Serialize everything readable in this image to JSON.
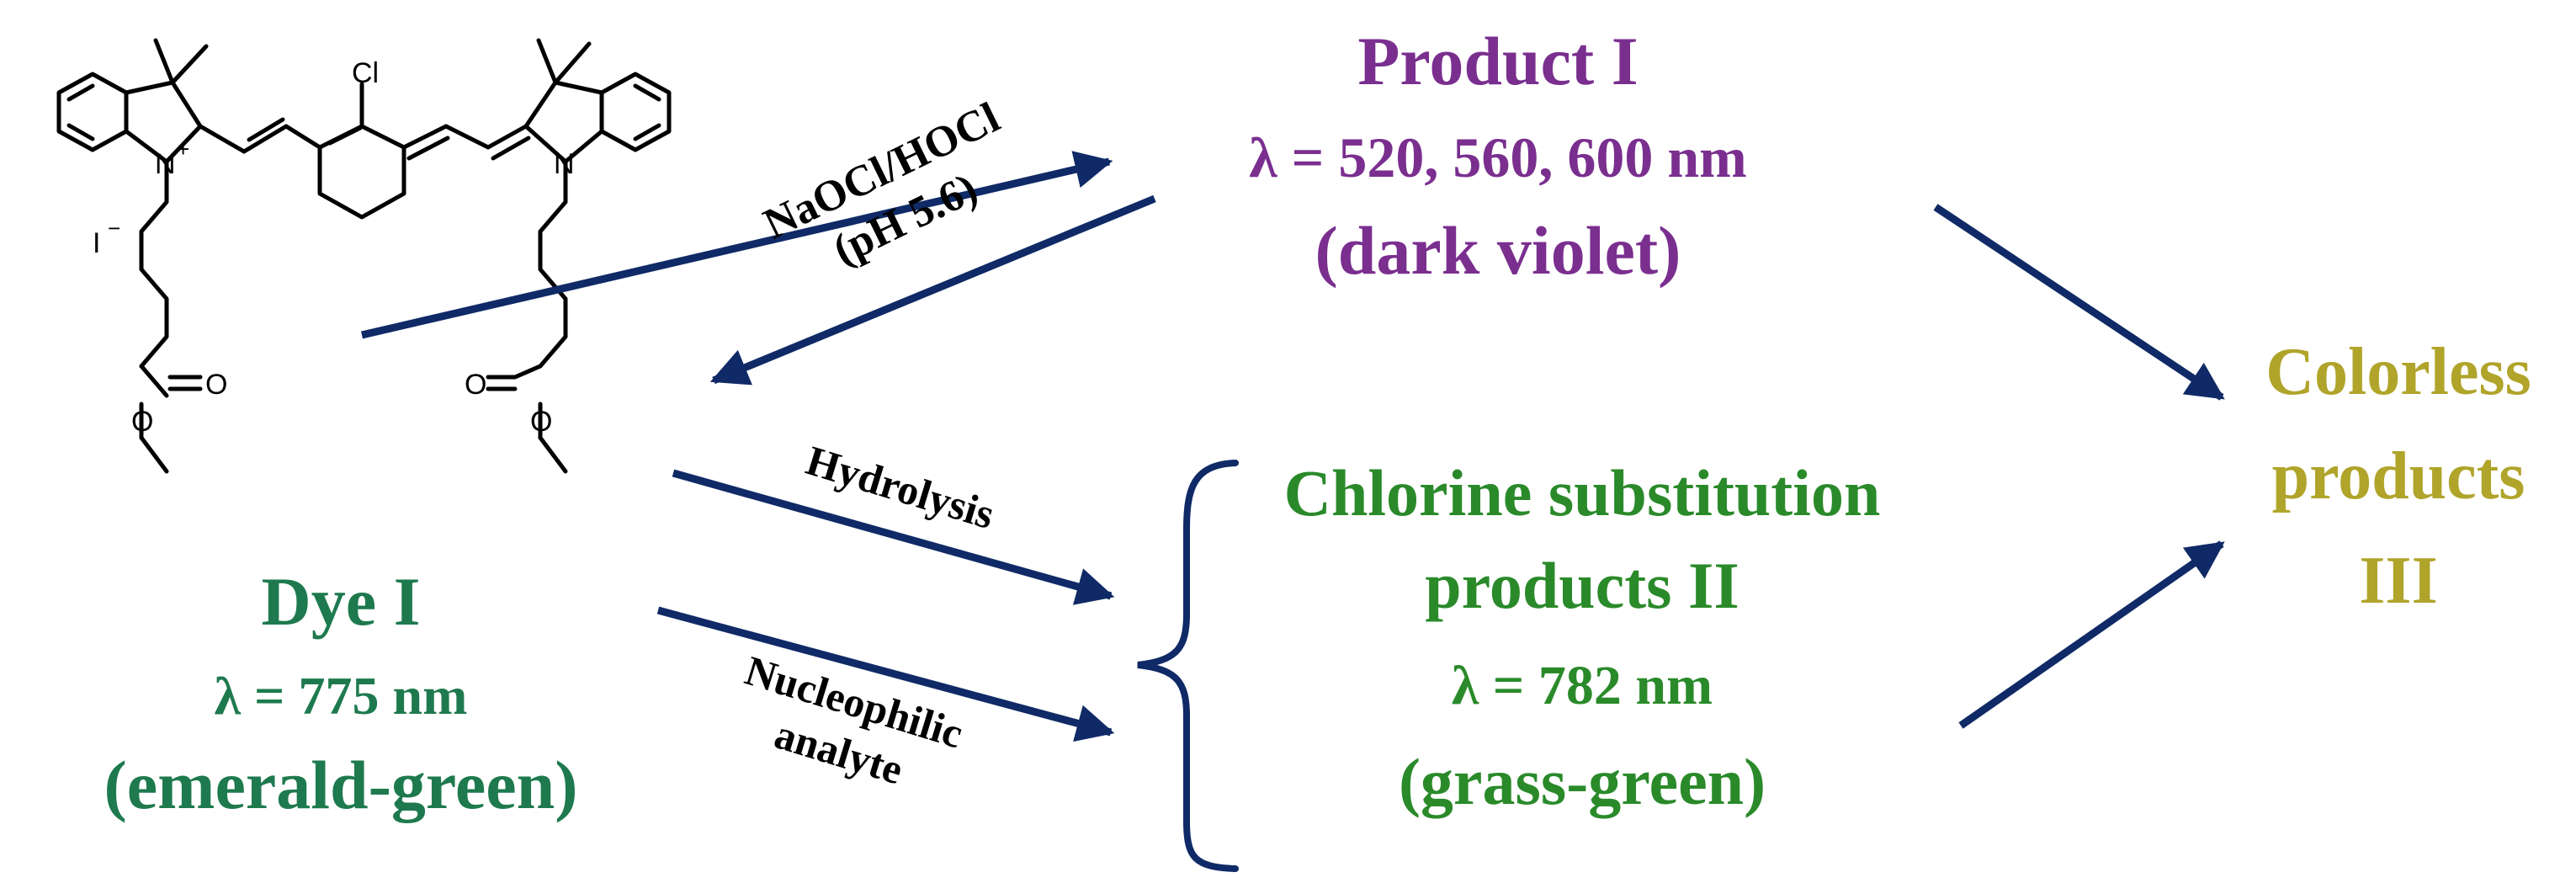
{
  "structure": {
    "atom_labels": {
      "cl": "Cl",
      "n_left": "N",
      "plus": "+",
      "iodide": "I",
      "minus": "−",
      "n_right": "N",
      "o_carbonyl_left": "O",
      "o_ester_left": "O",
      "o_carbonyl_right": "O",
      "o_ester_right": "O"
    }
  },
  "dye": {
    "name": "Dye I",
    "lambda": "λ = 775 nm",
    "color_note": "(emerald-green)",
    "text_color": "#1e7a4e"
  },
  "product1": {
    "name": "Product I",
    "lambda": "λ = 520, 560, 600 nm",
    "color_note": "(dark violet)",
    "text_color": "#7a2f8f"
  },
  "product2": {
    "name_line1": "Chlorine substitution",
    "name_line2": "products II",
    "lambda": "λ = 782 nm",
    "color_note": "(grass-green)",
    "text_color": "#2a8a2a"
  },
  "product3": {
    "line1": "Colorless",
    "line2": "products",
    "line3": "III",
    "text_color": "#b0a42a"
  },
  "reagents": {
    "oxidant_line1": "NaOCl/HOCl",
    "oxidant_line2": "(pH 5.6)",
    "hydrolysis": "Hydrolysis",
    "nucleophile_line1": "Nucleophilic",
    "nucleophile_line2": "analyte"
  },
  "arrow_color": "#0f2a66"
}
